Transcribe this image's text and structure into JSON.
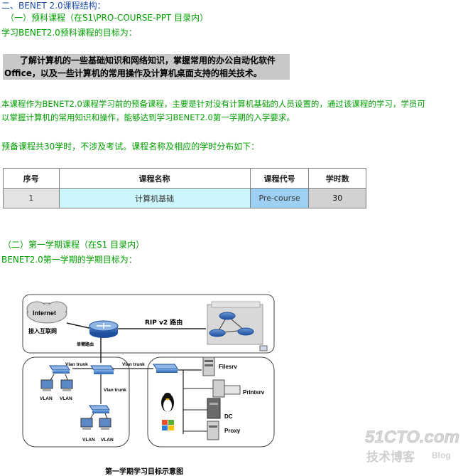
{
  "section_title": "二、BENET 2.0课程结构：",
  "pre_course": {
    "heading": "（一）预科课程（在S1\\PRO-COURSE-PPT 目录内）",
    "goal_intro": "学习BENET2.0预科课程的目标为：",
    "summary_line1": "了解计算机的一些基础知识和网络知识，掌握常用的办公自动化软件",
    "summary_line2": "Office，以及一些计算机的常用操作及计算机桌面支持的相关技术。",
    "desc_line1": "本课程作为BENET2.0课程学习前的预备课程，主要是针对没有计算机基础的人员设置的，通过该课程的学习，学员可",
    "desc_line2": "以掌握计算机的常用知识和操作，能够达到学习BENET2.0第一学期的入学要求。",
    "hours_line": "预备课程共30学时，不涉及考试。课程名称及相应的学时分布如下："
  },
  "table": {
    "headers": [
      "序号",
      "课程名称",
      "课程代号",
      "学时数"
    ],
    "rows": [
      [
        "1",
        "计算机基础",
        "Pre-course",
        "30"
      ]
    ]
  },
  "term1": {
    "heading": "（二）第一学期课程（在S1 目录内）",
    "goal_intro": "BENET2.0第一学期的学期目标为："
  },
  "diagram": {
    "internet_label": "Internet",
    "internet_access": "接入互联网",
    "border_router": "单臂路由",
    "rip_label": "RIP v2 路由",
    "trunk1": "Vlan trunk",
    "trunk2": "Vlan trunk",
    "trunk3": "Vlan trunk",
    "vlan": "VLAN",
    "filesrv": "Filesrv",
    "printsrv": "Printsrv",
    "dc": "DC",
    "proxy": "Proxy"
  },
  "caption": "第一学期学习目标示意图",
  "watermark": {
    "brand": "51CTO.com",
    "subtitle": "技术博客",
    "blog": "Blog"
  },
  "colors": {
    "body_text_green": "#00a000",
    "heading_blue": "#1f4fa8",
    "summary_bg": "#c8c8c8"
  }
}
